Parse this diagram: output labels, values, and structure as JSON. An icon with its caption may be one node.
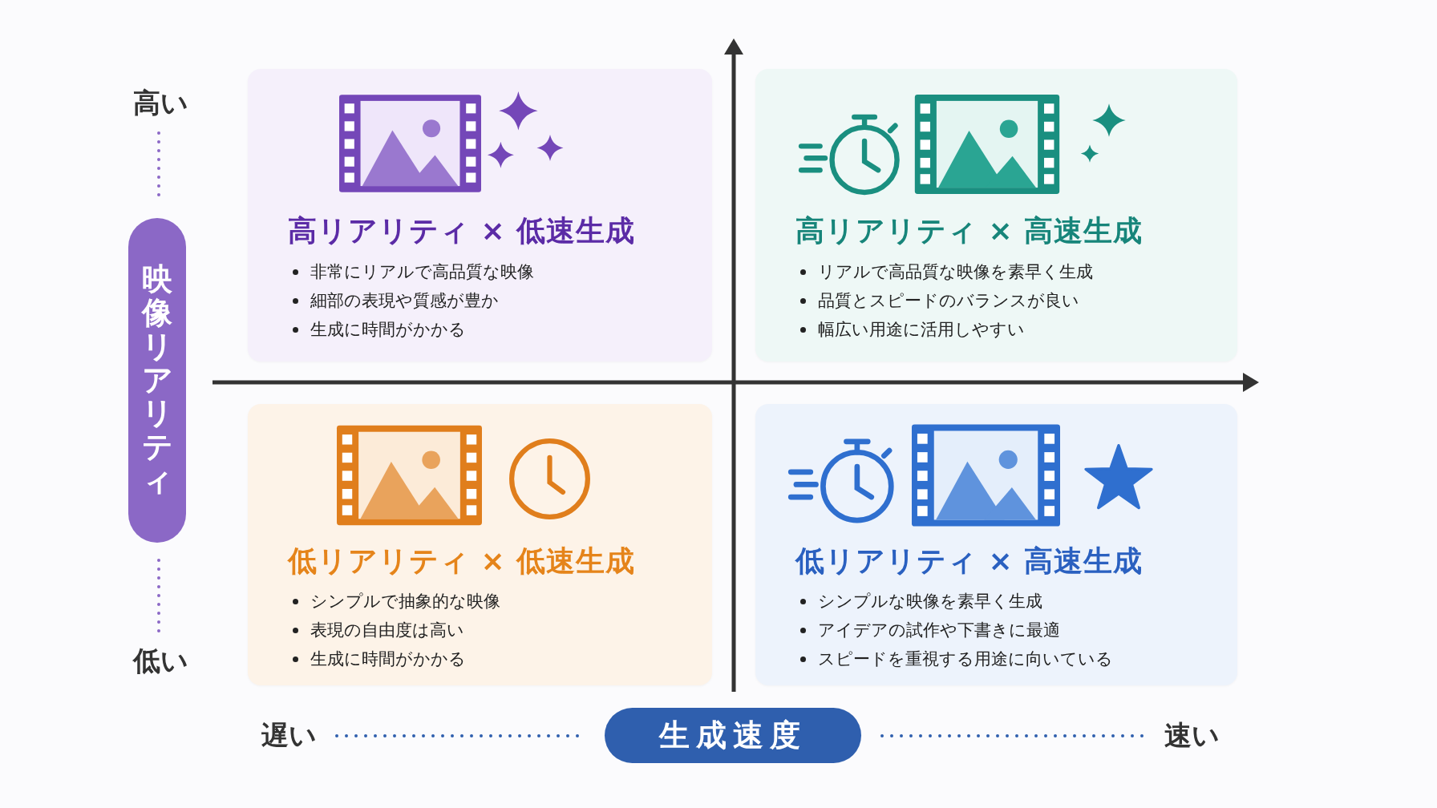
{
  "diagram": {
    "nodes": [
      {
        "text": [
          "高リアリティ × 低速生成",
          "非常にリアルで高品質な映像",
          "細部の表現や質感が豊か",
          "生成に時間がかかる"
        ]
      },
      {
        "text": [
          "高リアリティ × 高速生成",
          "リアルで高品質な映像を素早く生成",
          "品質とスピードのバランスが良い",
          "幅広い用途に活用しやすい"
        ]
      },
      {
        "text": [
          "低リアリティ × 低速生成",
          "シンプルで抽象的な映像",
          "表現の自由度は高い",
          "生成に時間がかかる"
        ]
      },
      {
        "text": [
          "低リアリティ × 高速生成",
          "シンプルな映像を素早く生成",
          "アイデアの試作や下書きに最適",
          "スピードを重視する用途に向いている"
        ]
      },
      {
        "text": [
          "映像リアリティ"
        ]
      },
      {
        "text": [
          "生成速度"
        ]
      }
    ],
    "labels": [
      "高い",
      "低い",
      "遅い",
      "速い"
    ]
  }
}
